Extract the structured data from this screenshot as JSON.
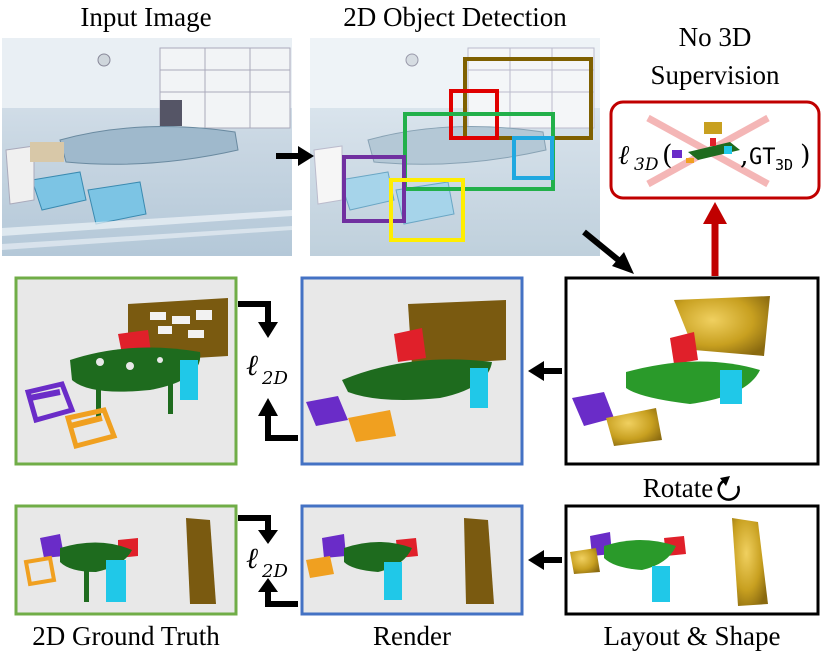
{
  "labels": {
    "input_image": "Input Image",
    "detection": "2D Object Detection",
    "no3d_line1": "No 3D",
    "no3d_line2": "Supervision",
    "rotate": "Rotate",
    "ground_truth": "2D Ground Truth",
    "render": "Render",
    "layout_shape": "Layout & Shape"
  },
  "math": {
    "loss_symbol": "ℓ",
    "loss_2d_sub": "2D",
    "loss_3d_sub": "3D",
    "gt_text": "GT",
    "gt_sub": "3D",
    "open_paren": "(",
    "comma": ",",
    "close_paren": ")"
  },
  "colors": {
    "green_frame": "#70ad47",
    "blue_frame": "#4472c4",
    "black_frame": "#000000",
    "red_frame": "#c00000",
    "red_arrow": "#c00000",
    "cross": "#f4b6b6",
    "panel_bg": "#e8e8e8",
    "table_green": "#1e6b1e",
    "cabinet_brown": "#7a5a10",
    "chair_red": "#e0202a",
    "chair_purple": "#6a2cc8",
    "chair_orange": "#f0a020",
    "box_cyan": "#20c8e8",
    "gold": "#c8a020",
    "det_brown": "#7f6000",
    "det_red": "#e00000",
    "det_green": "#22b04a",
    "det_cyan": "#20a8e0",
    "det_purple": "#7030a0",
    "det_yellow": "#ffee00"
  }
}
